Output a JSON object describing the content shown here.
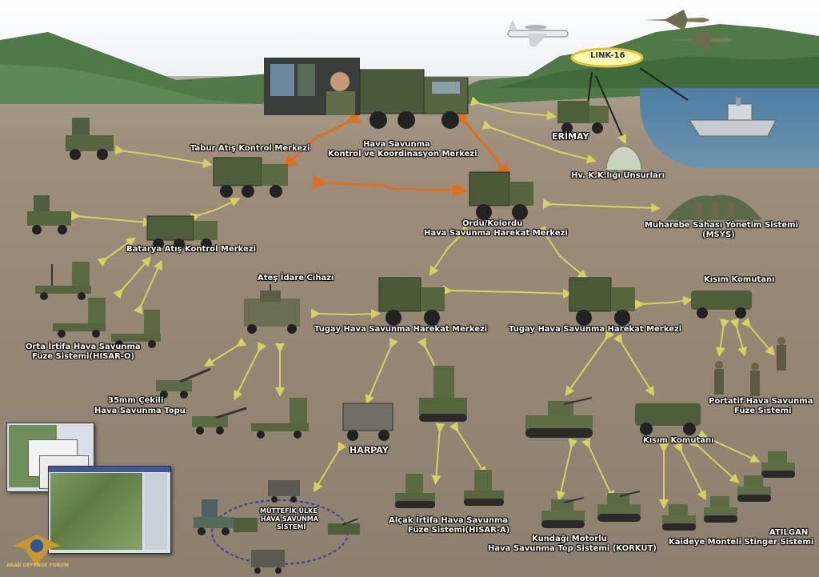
{
  "colors": {
    "link_yellow": "#d8d060",
    "link_orange": "#e07020",
    "label": "#ffffff"
  },
  "labels": {
    "link16": "LINK-16",
    "hava_savunma": "Hava Savunma",
    "kontrol": "Kontrol ve Koordinasyon Merkezi",
    "tabur": "Tabur Atış Kontrol Merkezi",
    "erimay": "ERİMAY",
    "hv_kk": "Hv. K.K.lığı Unsurları",
    "ordu1": "Ordu/Kolordu",
    "ordu2": "Hava Savunma Harekat Merkezi",
    "msys1": "Muharebe Sahası Yönetim Sistemi",
    "msys2": "(MSYS)",
    "batarya": "Batarya Atış Kontrol Merkezi",
    "ates": "Ateş İdare Cihazı",
    "kisim_top": "Kısım Komutanı",
    "tugay_left": "Tugay Hava Savunma Harekat Merkezi",
    "tugay_right": "Tugay Hava Savunma Harekat Merkezi",
    "orta1": "Orta İrtifa Hava Savunma",
    "orta2": "Füze Sistemi(HİSAR-O)",
    "top35_1": "35mm  Çekili",
    "top35_2": "Hava Savunma Topu",
    "harpay": "HARPAY",
    "portatif1": "Portatif Hava Savunma",
    "portatif2": "Füze Sistemi",
    "kisim_bottom": "Kısım Komutanı",
    "muttefik1": "MÜTTEFİK ÜLKE",
    "muttefik2": "HAVA SAVUNMA",
    "muttefik3": "SİSTEMİ",
    "alcak1": "Alçak İrtifa Hava Savunma",
    "alcak2": "Füze Sistemi(HİSAR-A)",
    "kundagi1": "Kundağı Motorlu",
    "kundagi2": "Hava Savunma Top Sistemi (KORKUT)",
    "atilgan1": "ATILGAN",
    "atilgan2": "Kaideye Monteli Stinger Sistemi",
    "logo": "ARAB DEFENSE FORUM"
  },
  "icons": [
    "awacs-aircraft-icon",
    "fighter-jet-icon",
    "frigate-ship-icon",
    "radar-truck-icon",
    "command-truck-icon",
    "missile-launcher-icon",
    "soldier-icon",
    "tank-icon",
    "gun-icon"
  ]
}
